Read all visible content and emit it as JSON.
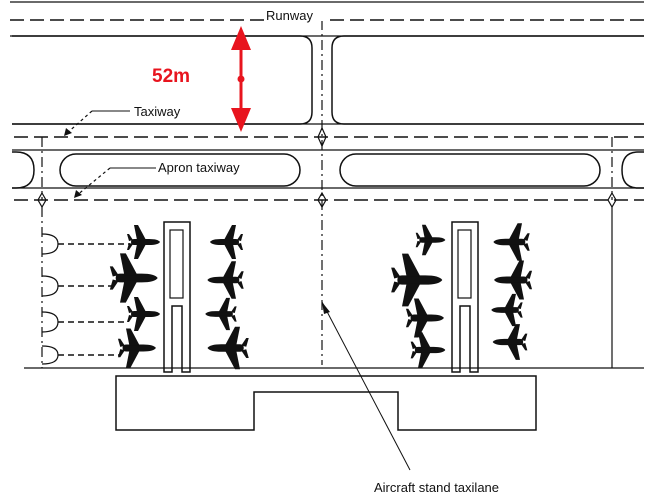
{
  "labels": {
    "runway": "Runway",
    "taxiway": "Taxiway",
    "apron_taxiway": "Apron taxiway",
    "stand_taxilane": "Aircraft stand taxilane",
    "separation": "52m"
  },
  "colors": {
    "line": "#111111",
    "dimension": "#e8141e",
    "background": "#ffffff"
  },
  "icons": {
    "aircraft": "aircraft-icon"
  }
}
